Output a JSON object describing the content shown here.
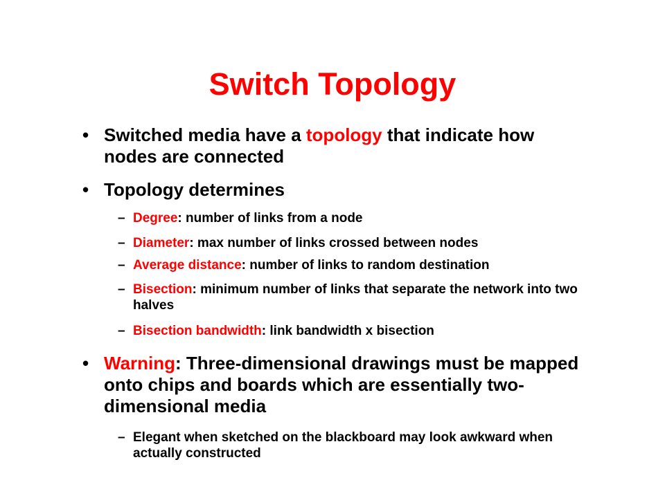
{
  "slide": {
    "title": "Switch Topology",
    "bullet_mark": "•",
    "dash_mark": "–",
    "bullet1": {
      "before": "Switched media have a ",
      "highlight": "topology",
      "after": " that indicate how nodes are connected"
    },
    "bullet2": {
      "text": "Topology determines"
    },
    "sub_items": [
      {
        "term": "Degree",
        "rest": ": number of links from a node"
      },
      {
        "term": "Diameter",
        "rest": ": max number of links crossed between nodes"
      },
      {
        "term": "Average distance",
        "rest": ": number of links to random destination"
      },
      {
        "term": "Bisection",
        "rest": ": minimum number of links that separate the network into two halves"
      },
      {
        "term": "Bisection bandwidth",
        "rest": ": link bandwidth x bisection"
      }
    ],
    "bullet3": {
      "highlight": "Warning",
      "rest": ": Three-dimensional drawings must be mapped onto chips and boards which are essentially two-dimensional media"
    },
    "bullet3_sub": {
      "text": "Elegant when sketched on the blackboard may look awkward when actually constructed"
    },
    "colors": {
      "accent": "#ff0000",
      "text": "#000000",
      "background": "#ffffff"
    }
  }
}
